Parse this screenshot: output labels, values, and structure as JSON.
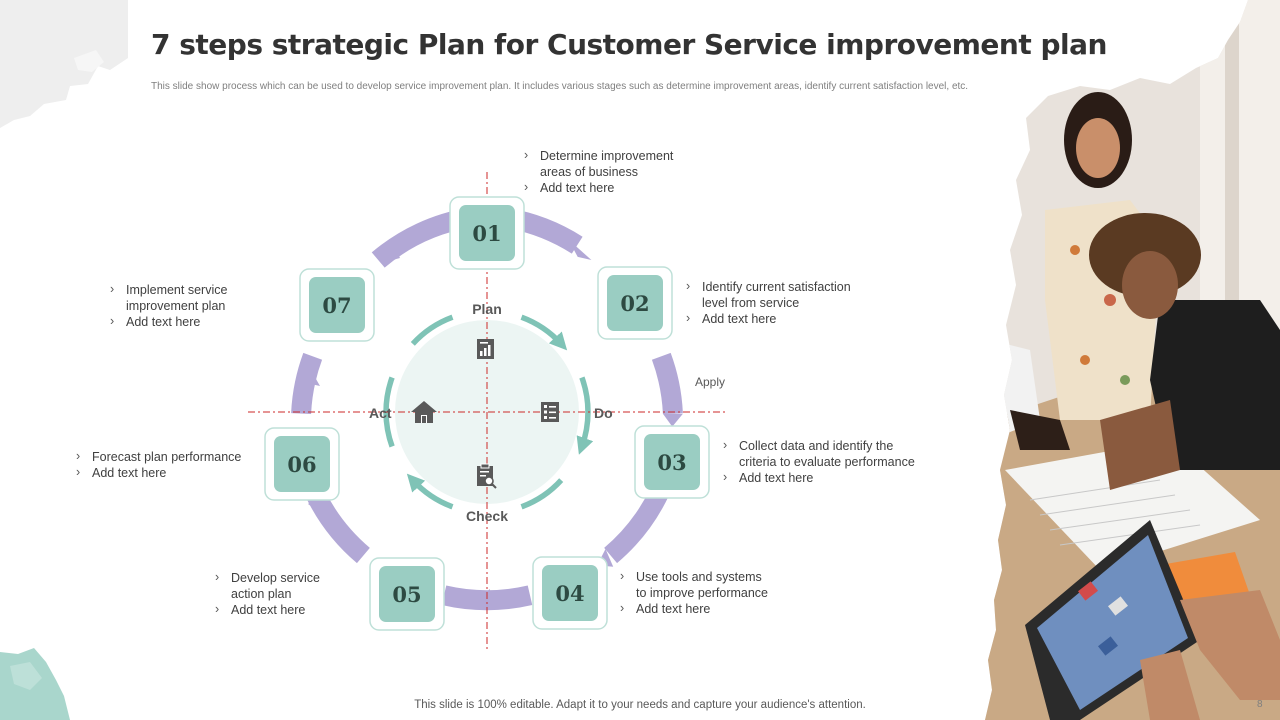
{
  "slide": {
    "title": "7 steps strategic Plan for Customer Service improvement plan",
    "subtitle": "This slide show process which can be used to develop service improvement plan. It includes various stages such as determine improvement areas, identify current satisfaction level, etc.",
    "footer": "This slide is 100% editable. Adapt it to your needs and capture your audience's attention.",
    "page_number": "8"
  },
  "colors": {
    "ring_purple": "#b2a8d6",
    "tile_teal": "#9acdc2",
    "tile_border": "#bfe0d8",
    "inner_fill": "#ecf5f3",
    "pdca_arrow": "#7fc3b6",
    "axis_red": "#cc2a2a"
  },
  "steps": [
    {
      "number": "01",
      "lines": [
        "Determine improvement\nareas of business",
        "Add text here"
      ]
    },
    {
      "number": "02",
      "lines": [
        "Identify current satisfaction\nlevel  from service",
        "Add text here"
      ]
    },
    {
      "number": "03",
      "lines": [
        "Collect data and identify the\ncriteria to evaluate  performance",
        "Add text here"
      ]
    },
    {
      "number": "04",
      "lines": [
        "Use tools and systems\nto improve  performance",
        "Add text here"
      ]
    },
    {
      "number": "05",
      "lines": [
        "Develop  service\naction plan",
        "Add text here"
      ]
    },
    {
      "number": "06",
      "lines": [
        "Forecast plan performance",
        "Add text here"
      ]
    },
    {
      "number": "07",
      "lines": [
        "Implement  service\nimprovement  plan",
        "Add text here"
      ]
    }
  ],
  "pdca": {
    "plan": "Plan",
    "do": "Do",
    "check": "Check",
    "act": "Act",
    "apply": "Apply",
    "icons": {
      "plan": "document-chart-icon",
      "do": "checklist-icon",
      "check": "clipboard-search-icon",
      "act": "home-icon"
    }
  }
}
